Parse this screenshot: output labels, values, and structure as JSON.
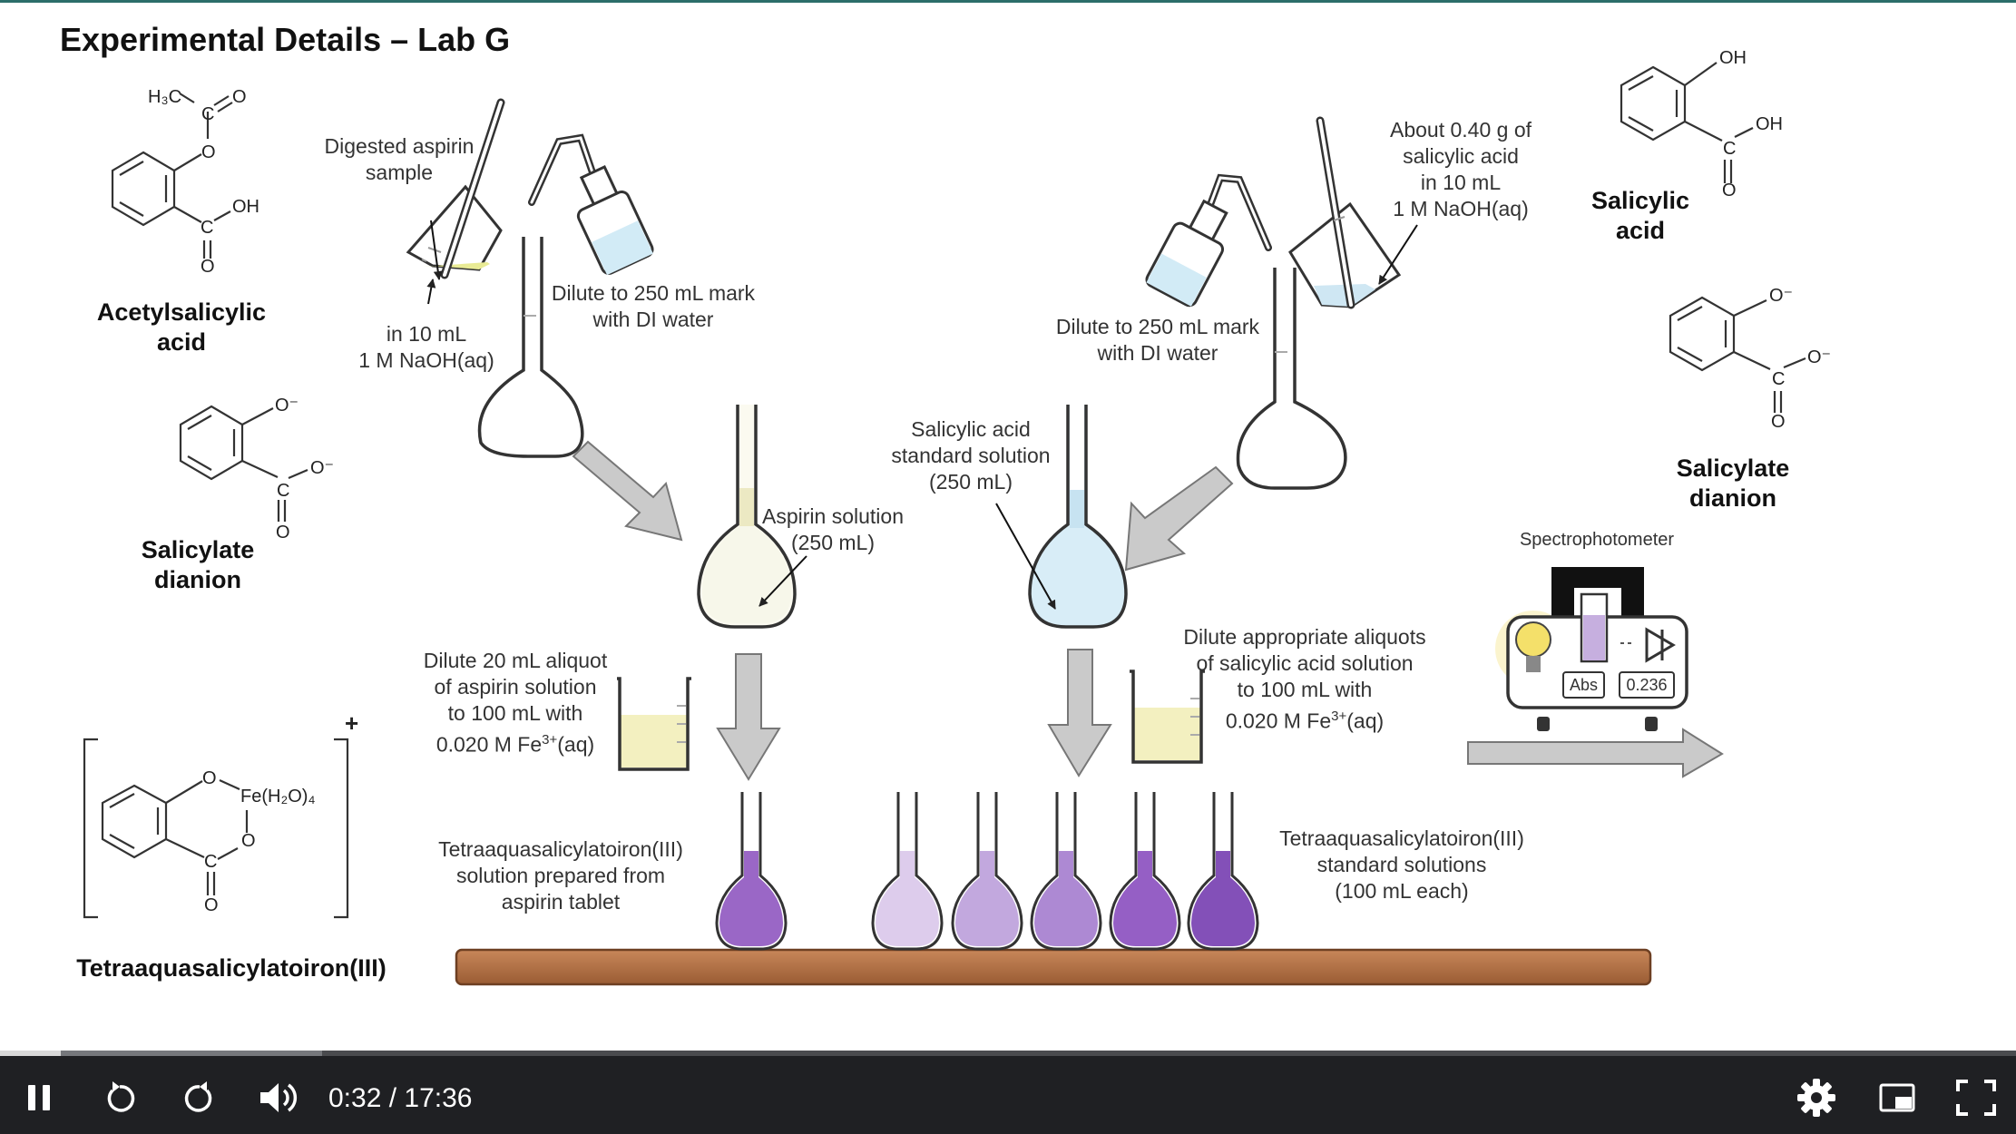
{
  "slide": {
    "title": "Experimental Details – Lab G",
    "structures": {
      "acetylsalicylic": {
        "name": "Acetylsalicylic\nacid",
        "h3c": "H₃C",
        "o_top": "O",
        "o_ester": "O",
        "c1": "C",
        "c2": "C",
        "oh": "OH",
        "o_bottom": "O"
      },
      "salicylate_left": {
        "name": "Salicylate\ndianion",
        "o_minus": "O⁻",
        "c": "C",
        "o_minus2": "O⁻",
        "o_bottom": "O"
      },
      "complex": {
        "name": "Tetraaquasalicylatoiron(III)",
        "fe": "Fe(H₂O)₄",
        "o1": "O",
        "o2": "O",
        "c": "C",
        "o_bottom": "O",
        "charge": "+"
      },
      "salicylic_right": {
        "name": "Salicylic\nacid",
        "oh1": "OH",
        "oh2": "OH",
        "c": "C",
        "o_bottom": "O"
      },
      "salicylate_right": {
        "name": "Salicylate\ndianion",
        "o_minus": "O⁻",
        "c": "C",
        "o_minus2": "O⁻",
        "o_bottom": "O"
      }
    },
    "labels": {
      "digested": "Digested aspirin\nsample",
      "naoh_left": "in 10 mL\n1 M NaOH(aq)",
      "dilute_left": "Dilute to 250 mL mark\nwith DI water",
      "about": "About 0.40 g of\nsalicylic acid\nin 10 mL\n1 M NaOH(aq)",
      "dilute_right": "Dilute to 250 mL mark\nwith DI water",
      "aspirin_solution": "Aspirin solution\n(250 mL)",
      "salicylic_standard": "Salicylic acid\nstandard solution\n(250 mL)",
      "dilute_aliquot_main": "Dilute 20 mL aliquot\nof aspirin solution\nto 100 mL with",
      "dilute_aliquot_conc": "0.020 M Fe",
      "dilute_appropriate_main": "Dilute appropriate aliquots\nof salicylic acid solution\nto 100 mL with",
      "dilute_appropriate_conc": "0.020 M Fe",
      "ion_charge": "3+",
      "ion_suffix": "(aq)",
      "complex_from_tablet": "Tetraaquasalicylatoiron(III)\nsolution prepared from\naspirin tablet",
      "standard_solutions": "Tetraaquasalicylatoiron(III)\nstandard solutions\n(100 mL each)",
      "spectrophotometer": "Spectrophotometer",
      "abs": "Abs",
      "abs_value": "0.236"
    }
  },
  "player": {
    "current_time": "0:32",
    "separator": " / ",
    "duration": "17:36",
    "progress_fraction": 0.0303
  },
  "colors": {
    "yellow_solution": "#f3f0c0",
    "blue_solution": "#d2ebf6",
    "purple_dark": "#8c5ab8",
    "shelf": "#b27045",
    "control_bar": "#1f2023",
    "accent_line": "#2c6e6a"
  },
  "icons": {
    "pause": "pause-icon",
    "rewind": "rewind-icon",
    "forward": "forward-icon",
    "volume": "volume-icon",
    "settings": "gear-icon",
    "miniplayer": "miniplayer-icon",
    "fullscreen": "fullscreen-icon"
  }
}
